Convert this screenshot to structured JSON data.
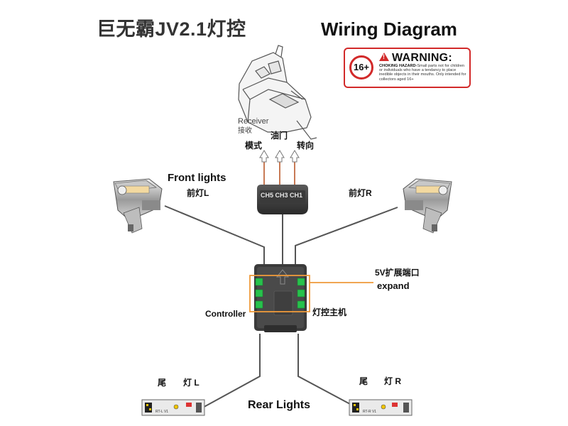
{
  "title_cn": "巨无霸JV2.1灯控",
  "title_en": "Wiring Diagram",
  "warning": {
    "age": "16+",
    "heading": "WARNING:",
    "body_bold": "CHOKING HAZARD-",
    "body": "Small parts not for children or individuals who have a tendancy to place inedible objects in their mouths. Only intended for collectors aged 16+",
    "accent_color": "#d22a2a"
  },
  "receiver": {
    "label_en": "Receiver",
    "label_cn": "接收",
    "channel_mode": "模式",
    "channel_throttle": "油门",
    "channel_steer": "转向"
  },
  "channel_box": {
    "label": "CH5 CH3 CH1"
  },
  "front": {
    "heading": "Front lights",
    "left": "前灯L",
    "right": "前灯R"
  },
  "controller": {
    "label_en": "Controller",
    "label_cn": "灯控主机",
    "expand_cn": "5V扩展端口",
    "expand_en": "expand",
    "connector_color": "#27c24c",
    "highlight_color": "#ef9a3a"
  },
  "rear": {
    "heading": "Rear Lights",
    "left_cn": "尾",
    "left_tag": "灯 L",
    "right_cn": "尾",
    "right_tag": "灯 R",
    "board_left_text": "RT-L V1",
    "board_right_text": "RT-R V1"
  },
  "icons": {
    "arrow": "arrow-up-icon",
    "warning": "warning-triangle-icon"
  }
}
